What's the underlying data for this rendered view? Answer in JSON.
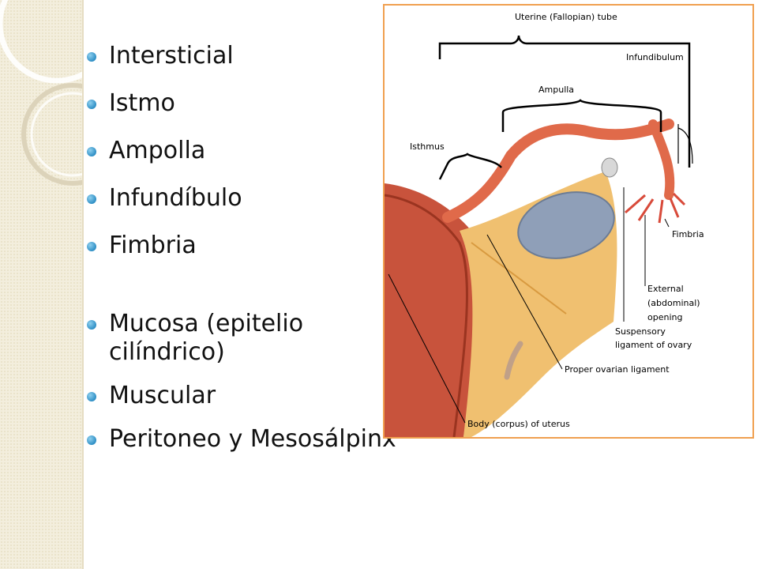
{
  "bullets_top": [
    "Intersticial",
    "Istmo",
    "Ampolla",
    "Infundíbulo",
    "Fimbria"
  ],
  "bullets_bottom": [
    "Mucosa (epitelio cilíndrico)",
    "Muscular",
    "Peritoneo y Mesosálpinx"
  ],
  "bullet_color": "#3a9ad9",
  "figure": {
    "border_color": "#f0a050",
    "labels": {
      "tube": "Uterine (Fallopian) tube",
      "infundibulum": "Infundibulum",
      "ampulla": "Ampulla",
      "isthmus": "Isthmus",
      "fimbria": "Fimbria",
      "external_1": "External",
      "external_2": "(abdominal)",
      "external_3": "opening",
      "suspensory_1": "Suspensory",
      "suspensory_2": "ligament of ovary",
      "ovarian_ligament": "Proper ovarian ligament",
      "body_uterus": "Body (corpus) of uterus"
    }
  }
}
